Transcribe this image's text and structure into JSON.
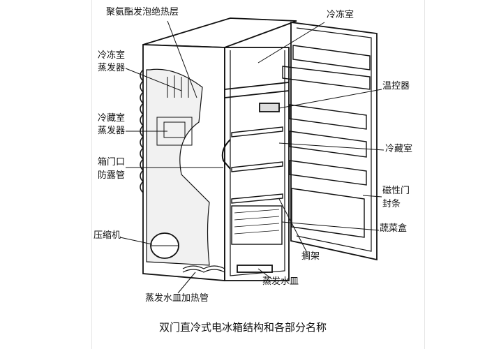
{
  "labels": {
    "insulation": "聚氨酯发泡绝热层",
    "freezer": "冷冻室",
    "freezer_evaporator_1": "冷冻室",
    "freezer_evaporator_2": "蒸发器",
    "thermostat": "温控器",
    "fridge_evaporator_1": "冷藏室",
    "fridge_evaporator_2": "蒸发器",
    "fridge": "冷藏室",
    "door_pipe_1": "箱门口",
    "door_pipe_2": "防露管",
    "door_seal_1": "磁性门",
    "door_seal_2": "封条",
    "compressor": "压缩机",
    "crisper": "蔬菜盒",
    "shelf": "搁架",
    "drip_tray": "蒸发水皿",
    "drip_heater": "蒸发水皿加热管"
  },
  "caption": "双门直冷式电冰箱结构和各部分名称"
}
